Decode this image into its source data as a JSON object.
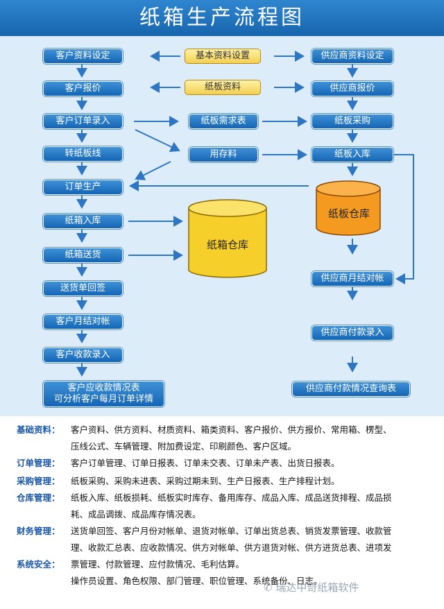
{
  "title": "纸箱生产流程图",
  "nodes": {
    "customer_info": "客户资料设定",
    "customer_quote": "客户报价",
    "customer_order": "客户订单录入",
    "to_line": "转纸板线",
    "order_production": "订单生产",
    "box_in": "纸箱入库",
    "box_ship": "纸箱送货",
    "delivery_return": "送货单回签",
    "customer_monthly": "客户月结对帐",
    "customer_receipt": "客户收款录入",
    "customer_receivable_1": "客户应收款情况表",
    "customer_receivable_2": "可分析客户每月订单详情",
    "basic_info": "基本资料设置",
    "board_info": "纸板资料",
    "board_demand": "纸板需求表",
    "use_stock": "用存料",
    "supplier_info": "供应商资料设定",
    "supplier_quote": "供应商报价",
    "board_purchase": "纸板采购",
    "board_in": "纸板入库",
    "supplier_monthly": "供应商月结对帐",
    "supplier_payment": "供应商付款录入",
    "supplier_payment_query": "供应商付款情况查询表",
    "box_warehouse": "纸箱仓库",
    "board_warehouse": "纸板仓库"
  },
  "modules": [
    {
      "name": "基础资料：",
      "lines": [
        "客户资料、供方资料、材质资料、箱类资料、客户报价、供方报价、常用箱、楞型、",
        "压线公式、车辆管理、附加费设定、印刷颜色、客户区域。"
      ]
    },
    {
      "name": "订单管理：",
      "lines": [
        "客户订单管理、订单日报表、订单未交表、订单未产表、出货日报表。"
      ]
    },
    {
      "name": "采购管理：",
      "lines": [
        "纸板采购、采购未进表、采购过期未到、生产日报表、生产排程计划。"
      ]
    },
    {
      "name": "仓库管理：",
      "lines": [
        "纸板入库、纸板损耗、纸板实时库存、备用库存、成品入库、成品送货排程、成品损",
        "耗、成品调拨、成品库存情况表。"
      ]
    },
    {
      "name": "财务管理：",
      "lines": [
        "送货单回签、客户月份对帐单、退货对帐单、订单出货总表、销货发票管理、收款管",
        "理、收款汇总表、应收款情况、供方对帐单、供方退货对帐、供方进货总表、进项发"
      ]
    },
    {
      "name": "系统安全：",
      "lines": [
        "票管理、付款管理、应付款情况、毛利估算。",
        "操作员设置、角色权限、部门管理、职位管理、系统备份、日志。"
      ]
    }
  ],
  "watermark": "瑞达中奇纸箱软件",
  "colors": {
    "title_bar": "#1e74c0",
    "node_blue": "#1f6fbf",
    "node_yellow": "#f6dc6a",
    "diagram_bg": "#dcecf9",
    "arrow": "#2e76c4",
    "module_name": "#1a57a8"
  }
}
